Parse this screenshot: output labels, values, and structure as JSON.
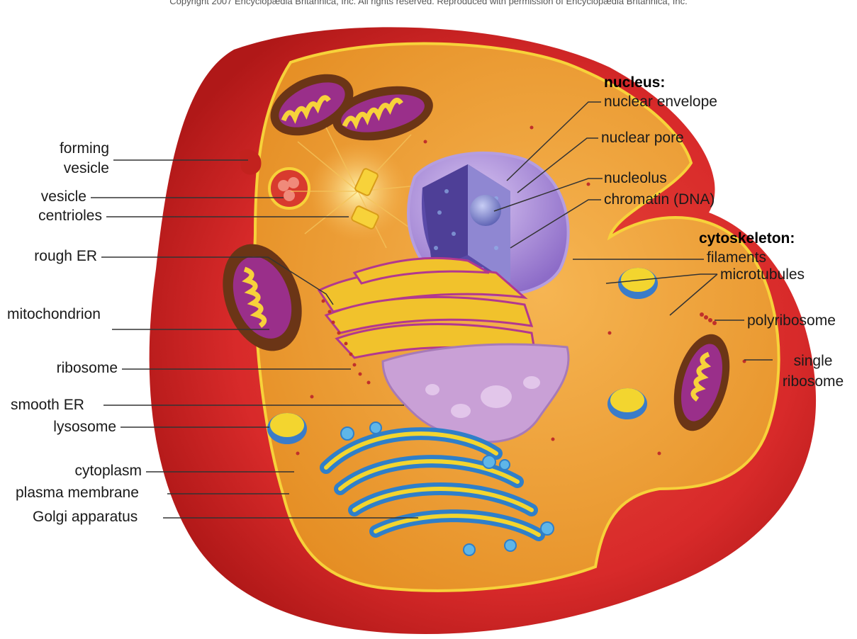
{
  "copyright": "Copyright 2007 Encyclopædia Britannica, Inc. All rights reserved. Reproduced with permission of Encyclopædia Britannica, Inc.",
  "labels": {
    "forming_vesicle_1": "forming",
    "forming_vesicle_2": "vesicle",
    "vesicle": "vesicle",
    "centrioles": "centrioles",
    "rough_er": "rough ER",
    "mitochondrion": "mitochondrion",
    "ribosome": "ribosome",
    "smooth_er": "smooth ER",
    "lysosome": "lysosome",
    "cytoplasm": "cytoplasm",
    "plasma_membrane": "plasma membrane",
    "golgi": "Golgi apparatus",
    "nucleus_heading": "nucleus:",
    "nuclear_envelope": "nuclear envelope",
    "nuclear_pore": "nuclear pore",
    "nucleolus": "nucleolus",
    "chromatin": "chromatin (DNA)",
    "cytoskeleton_heading": "cytoskeleton:",
    "filaments": "filaments",
    "microtubules": "microtubules",
    "polyribosome": "polyribosome",
    "single_ribosome_1": "single",
    "single_ribosome_2": "ribosome"
  },
  "colors": {
    "cell_outer": "#d82a2a",
    "cytoplasm": "#f2a33a",
    "membrane_rim": "#f7d23a",
    "nucleus": "#a98ad6",
    "chromatin": "#6f7fc9",
    "mitochondrion": "#7a3b1a",
    "rough_er": "#f1c22c",
    "smooth_er": "#c9a0d6",
    "golgi": "#4fa3dc",
    "lysosome": "#f3d52f",
    "leader_line": "#333333"
  }
}
